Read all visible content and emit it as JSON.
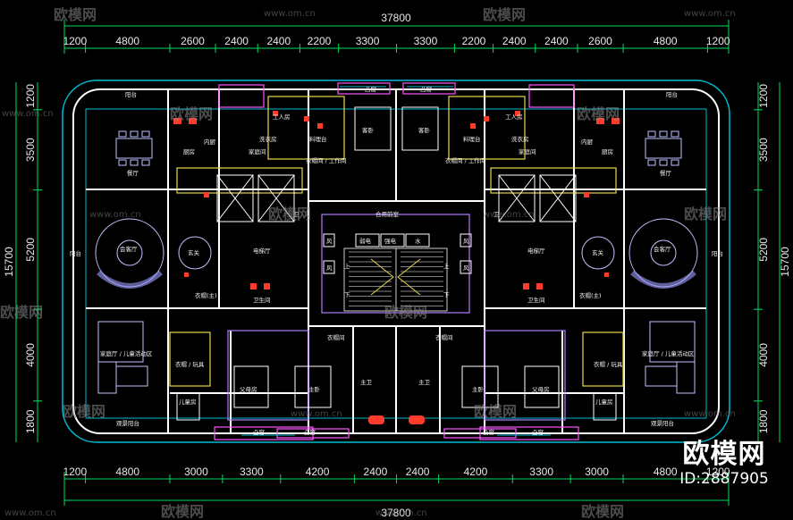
{
  "dimensions": {
    "top_total": "37800",
    "bottom_total": "37800",
    "top_segments": [
      "1200",
      "4800",
      "2600",
      "2400",
      "2400",
      "2200",
      "3300",
      "3300",
      "2200",
      "2400",
      "2400",
      "2600",
      "4800",
      "1200"
    ],
    "bottom_segments": [
      "1200",
      "4800",
      "3000",
      "3300",
      "4200",
      "2400",
      "2400",
      "4200",
      "3300",
      "3000",
      "4800",
      "1200"
    ],
    "side_total": "15700",
    "side_segments": [
      "1200",
      "3500",
      "5200",
      "4000",
      "1800"
    ]
  },
  "rooms": {
    "balcony": "阳台",
    "dining": "餐厅",
    "kitchen": "厨房",
    "inner_hall": "内厨",
    "worker_room": "工人房",
    "laundry": "洗衣房",
    "drinks": "料理台",
    "family_room": "家庭间",
    "cloak_work": "衣帽间 / 工作间",
    "bedroom": "客卧",
    "stair_front": "合用前室",
    "weak_elec": "弱电",
    "strong_elec": "强电",
    "water": "水",
    "wind": "风",
    "up": "上",
    "down": "下",
    "living": "会客厅",
    "foyer": "玄关",
    "elevator_hall": "电梯厅",
    "cloak_main": "衣帽(主)",
    "guest_bath": "卫生间",
    "closet": "衣帽间",
    "master_bath": "主卫",
    "master_bedroom": "主卧",
    "parent_room": "父母房",
    "kids_room": "儿童房",
    "kids_area": "家庭厅 / 儿童活动区",
    "cloak_small": "衣帽 / 玩具",
    "window": "凸窗",
    "view_balcony": "观景阳台",
    "toilet": "卫"
  },
  "watermark": {
    "brand": "欧模网",
    "url": "www.om.cn"
  },
  "logo": {
    "text": "欧模网",
    "id": "ID:2887905"
  },
  "colors": {
    "background": "#000000",
    "wall": "#ffffff",
    "outline": "#00bcd4",
    "furniture": "#c0c0ff",
    "dimension_line": "#00e060",
    "fixture_red": "#ff3b2b",
    "window_line": "#ff55ff",
    "yellow": "#e8d84a"
  }
}
